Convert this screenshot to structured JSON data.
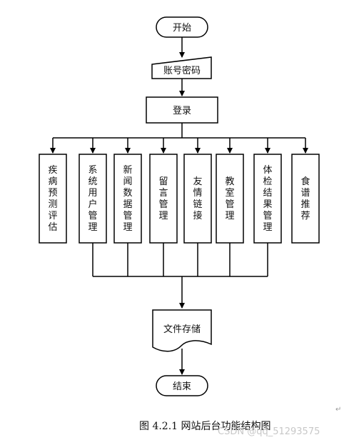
{
  "flowchart": {
    "start": "开始",
    "input": "账号密码",
    "login": "登录",
    "modules": [
      "疾病预测评估",
      "系统用户管理",
      "新闻数据管理",
      "留言管理",
      "友情链接",
      "教室管理",
      "体检结果管理",
      "食谱推荐"
    ],
    "storage": "文件存储",
    "end": "结束"
  },
  "caption": "图 4.2.1 网站后台功能结构图",
  "watermark": "CSDN @qq_51293575",
  "para_mark": "↵",
  "colors": {
    "stroke": "#000000",
    "fill": "#ffffff",
    "text": "#111111"
  }
}
